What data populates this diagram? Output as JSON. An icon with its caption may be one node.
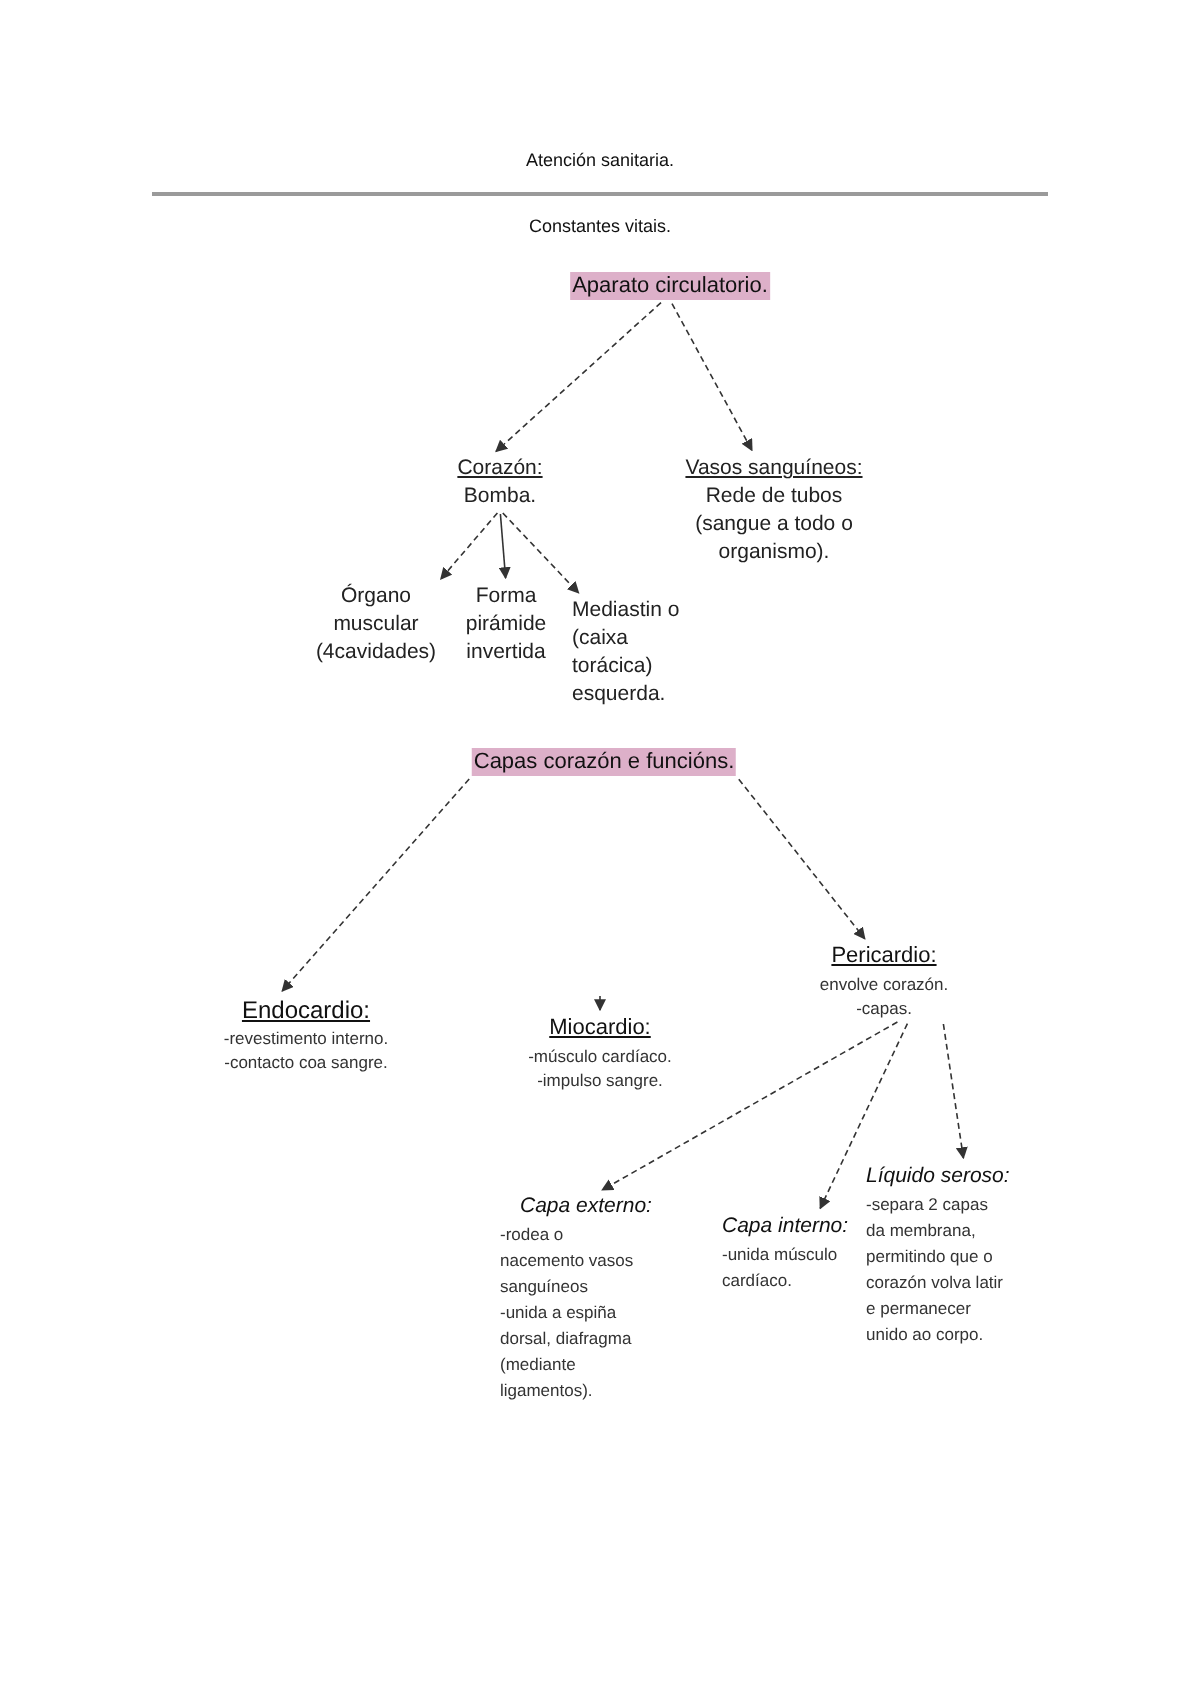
{
  "diagram": {
    "title": "Atención sanitaria.",
    "nodes": [
      {
        "text": [
          "Aparato circulatorio."
        ]
      },
      {
        "text": [
          "Corazón:",
          "Bomba."
        ]
      },
      {
        "text": [
          "Vasos sanguíneos:",
          "Rede de tubos (sangue a todo o organismo)."
        ]
      },
      {
        "text": [
          "Órgano muscular (4cavidades)"
        ]
      },
      {
        "text": [
          "Forma pirámide invertida"
        ]
      },
      {
        "text": [
          "Mediastin o (caixa torácica) esquerda."
        ]
      },
      {
        "text": [
          "Capas corazón e funcións."
        ]
      },
      {
        "text": [
          "Endocardio:",
          "-revestimento interno.",
          "-contacto coa sangre."
        ]
      },
      {
        "text": [
          "Miocardio:",
          "-músculo cardíaco.",
          "-impulso sangre."
        ]
      },
      {
        "text": [
          "Pericardio:",
          "envolve corazón.",
          "-capas."
        ]
      },
      {
        "text": [
          "Capa externo:",
          "-rodea o nacemento vasos sanguíneos",
          "-unida a espiña dorsal, diafragma (mediante ligamentos)."
        ]
      },
      {
        "text": [
          "Capa interno:",
          "-unida músculo cardíaco."
        ]
      },
      {
        "text": [
          "Líquido seroso:",
          "-separa 2 capas da membrana, permitindo que o corazón volva latir e permanecer unido ao corpo."
        ]
      }
    ],
    "edges": [
      {
        "from": 0,
        "to": 1,
        "arrow": "to",
        "style": "dashed"
      },
      {
        "from": 0,
        "to": 2,
        "arrow": "to",
        "style": "dashed"
      },
      {
        "from": 1,
        "to": 3,
        "arrow": "to",
        "style": "dashed"
      },
      {
        "from": 1,
        "to": 4,
        "arrow": "to"
      },
      {
        "from": 1,
        "to": 5,
        "arrow": "to",
        "style": "dashed"
      },
      {
        "from": 6,
        "to": 7,
        "arrow": "to",
        "style": "dashed"
      },
      {
        "from": 6,
        "to": 9,
        "arrow": "to",
        "style": "dashed"
      },
      {
        "from": null,
        "to": 8,
        "arrow": "to"
      },
      {
        "from": 9,
        "to": 10,
        "arrow": "to",
        "style": "dashed"
      },
      {
        "from": 9,
        "to": 11,
        "arrow": "to",
        "style": "dashed"
      },
      {
        "from": 9,
        "to": 12,
        "arrow": "to",
        "style": "dashed"
      }
    ],
    "labels": [
      "Constantes vitais."
    ]
  }
}
